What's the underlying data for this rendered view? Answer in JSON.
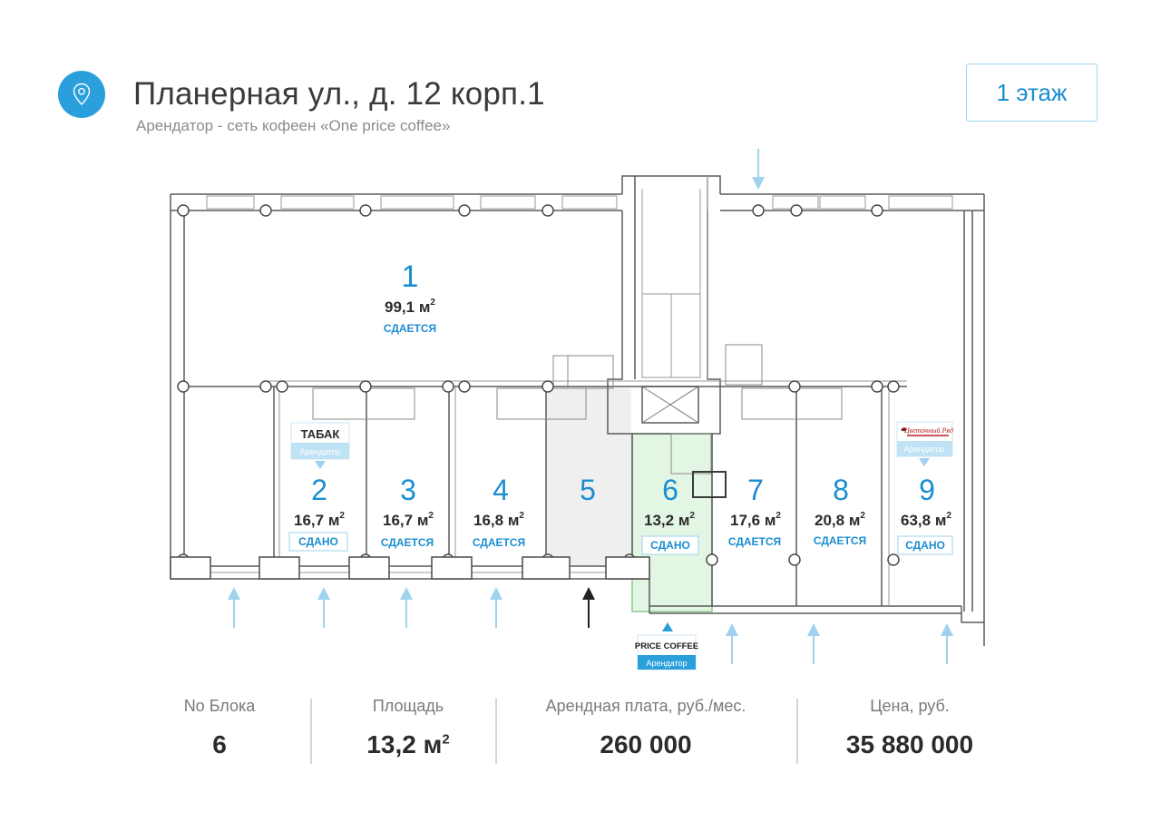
{
  "header": {
    "address": "Планерная ул., д. 12 корп.1",
    "tenant_line": "Арендатор - сеть кофеен «One price coffee»",
    "floor_button": "1 этаж",
    "pin_icon": "location-pin-icon"
  },
  "units": [
    {
      "number": "1",
      "area": "99,1 м",
      "status": "СДАЕТСЯ"
    },
    {
      "number": "2",
      "area": "16,7 м",
      "status": "СДАНО"
    },
    {
      "number": "3",
      "area": "16,7 м",
      "status": "СДАЕТСЯ"
    },
    {
      "number": "4",
      "area": "16,8 м",
      "status": "СДАЕТСЯ"
    },
    {
      "number": "5"
    },
    {
      "number": "6",
      "area": "13,2 м",
      "status": "СДАНО"
    },
    {
      "number": "7",
      "area": "17,6 м",
      "status": "СДАЕТСЯ"
    },
    {
      "number": "8",
      "area": "20,8 м",
      "status": "СДАЕТСЯ"
    },
    {
      "number": "9",
      "area": "63,8 м",
      "status": "СДАНО"
    }
  ],
  "tenant_tags": {
    "tabak": {
      "name": "ТАБАК",
      "role": "Арендатор"
    },
    "coffee": {
      "name": "PRICE COFFEE",
      "role": "Арендатор"
    },
    "flowers": {
      "name": "Цветочный Ряд",
      "role": "Арендатор"
    }
  },
  "superscript": "2",
  "stats": {
    "block_label": "No Блока",
    "block_value": "6",
    "area_label": "Площадь",
    "area_value": "13,2 м",
    "rent_label": "Арендная плата, руб./мес.",
    "rent_value": "260 000",
    "price_label": "Цена, руб.",
    "price_value": "35 880 000"
  },
  "colors": {
    "accent": "#2a9fdc",
    "status_text": "#1b8ed0",
    "selected_fill": "#e3f5e3",
    "selected_stroke": "#8cc98c",
    "block5_fill": "#efefef",
    "arrow": "#9fd2ee"
  }
}
